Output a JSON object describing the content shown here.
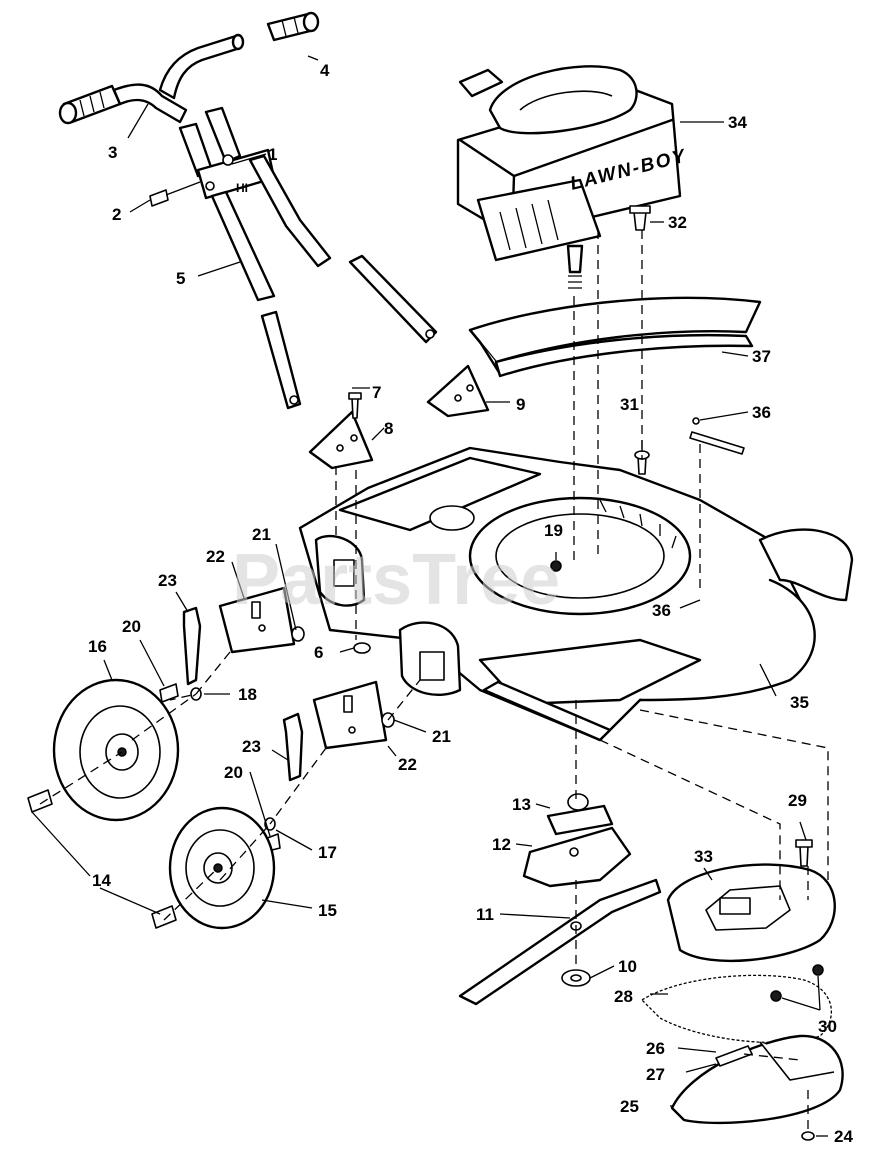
{
  "watermark": "PartsTree",
  "engine_brand": "LAWN-BOY",
  "handle_label": "HI",
  "callouts": [
    {
      "id": "c1",
      "label": "1"
    },
    {
      "id": "c2",
      "label": "2"
    },
    {
      "id": "c3",
      "label": "3"
    },
    {
      "id": "c4",
      "label": "4"
    },
    {
      "id": "c5",
      "label": "5"
    },
    {
      "id": "c6",
      "label": "6"
    },
    {
      "id": "c7",
      "label": "7"
    },
    {
      "id": "c8",
      "label": "8"
    },
    {
      "id": "c9",
      "label": "9"
    },
    {
      "id": "c10",
      "label": "10"
    },
    {
      "id": "c11",
      "label": "11"
    },
    {
      "id": "c12",
      "label": "12"
    },
    {
      "id": "c13",
      "label": "13"
    },
    {
      "id": "c14",
      "label": "14"
    },
    {
      "id": "c15",
      "label": "15"
    },
    {
      "id": "c16",
      "label": "16"
    },
    {
      "id": "c17",
      "label": "17"
    },
    {
      "id": "c18",
      "label": "18"
    },
    {
      "id": "c19",
      "label": "19"
    },
    {
      "id": "c20a",
      "label": "20"
    },
    {
      "id": "c20b",
      "label": "20"
    },
    {
      "id": "c21a",
      "label": "21"
    },
    {
      "id": "c21b",
      "label": "21"
    },
    {
      "id": "c22a",
      "label": "22"
    },
    {
      "id": "c22b",
      "label": "22"
    },
    {
      "id": "c23a",
      "label": "23"
    },
    {
      "id": "c23b",
      "label": "23"
    },
    {
      "id": "c24",
      "label": "24"
    },
    {
      "id": "c25",
      "label": "25"
    },
    {
      "id": "c26",
      "label": "26"
    },
    {
      "id": "c27",
      "label": "27"
    },
    {
      "id": "c28",
      "label": "28"
    },
    {
      "id": "c29",
      "label": "29"
    },
    {
      "id": "c30",
      "label": "30"
    },
    {
      "id": "c31",
      "label": "31"
    },
    {
      "id": "c32",
      "label": "32"
    },
    {
      "id": "c33",
      "label": "33"
    },
    {
      "id": "c34",
      "label": "34"
    },
    {
      "id": "c35",
      "label": "35"
    },
    {
      "id": "c36a",
      "label": "36"
    },
    {
      "id": "c36b",
      "label": "36"
    },
    {
      "id": "c37",
      "label": "37"
    }
  ]
}
